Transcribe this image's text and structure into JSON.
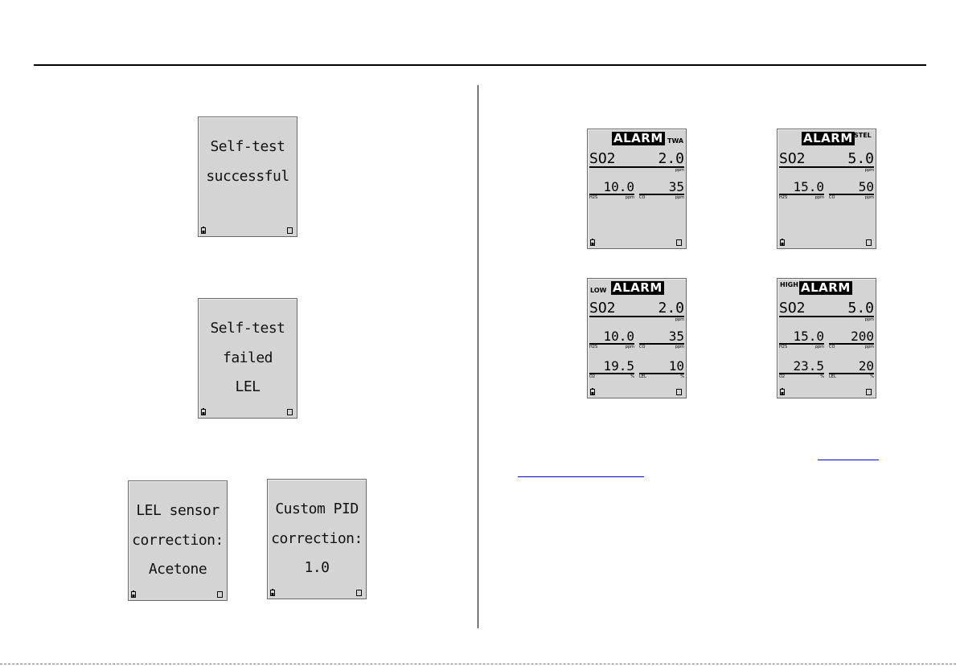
{
  "self_test_ok": {
    "line1": "Self-test",
    "line2": "successful"
  },
  "self_test_fail": {
    "line1": "Self-test",
    "line2": "failed",
    "line3": "LEL"
  },
  "lel_correction": {
    "line1": "LEL sensor",
    "line2": "correction:",
    "line3": "Acetone"
  },
  "pid_correction": {
    "line1": "Custom PID",
    "line2": "correction:",
    "line3": "1.0"
  },
  "alarm_twa": {
    "alarm": "ALARM",
    "tag": "TWA",
    "gas": "SO2",
    "value": "2.0",
    "unit": "ppm",
    "cells": [
      {
        "value": "10.0",
        "label": "H2S",
        "unit": "ppm"
      },
      {
        "value": "35",
        "label": "CO",
        "unit": "ppm"
      }
    ]
  },
  "alarm_stel": {
    "alarm": "ALARM",
    "tag": "STEL",
    "gas": "SO2",
    "value": "5.0",
    "unit": "ppm",
    "cells": [
      {
        "value": "15.0",
        "label": "H2S",
        "unit": "ppm"
      },
      {
        "value": "50",
        "label": "CO",
        "unit": "ppm"
      }
    ]
  },
  "alarm_low": {
    "alarm": "ALARM",
    "tag": "LOW",
    "gas": "SO2",
    "value": "2.0",
    "unit": "ppm",
    "cells": [
      {
        "value": "10.0",
        "label": "H2S",
        "unit": "ppm"
      },
      {
        "value": "35",
        "label": "CO",
        "unit": "ppm"
      },
      {
        "value": "19.5",
        "label": "O2",
        "unit": "%"
      },
      {
        "value": "10",
        "label": "LEL",
        "unit": "%"
      }
    ]
  },
  "alarm_high": {
    "alarm": "ALARM",
    "tag": "HIGH",
    "gas": "SO2",
    "value": "5.0",
    "unit": "ppm",
    "cells": [
      {
        "value": "15.0",
        "label": "H2S",
        "unit": "ppm"
      },
      {
        "value": "200",
        "label": "CO",
        "unit": "ppm"
      },
      {
        "value": "23.5",
        "label": "O2",
        "unit": "%"
      },
      {
        "value": "20",
        "label": "LEL",
        "unit": "%"
      }
    ]
  }
}
